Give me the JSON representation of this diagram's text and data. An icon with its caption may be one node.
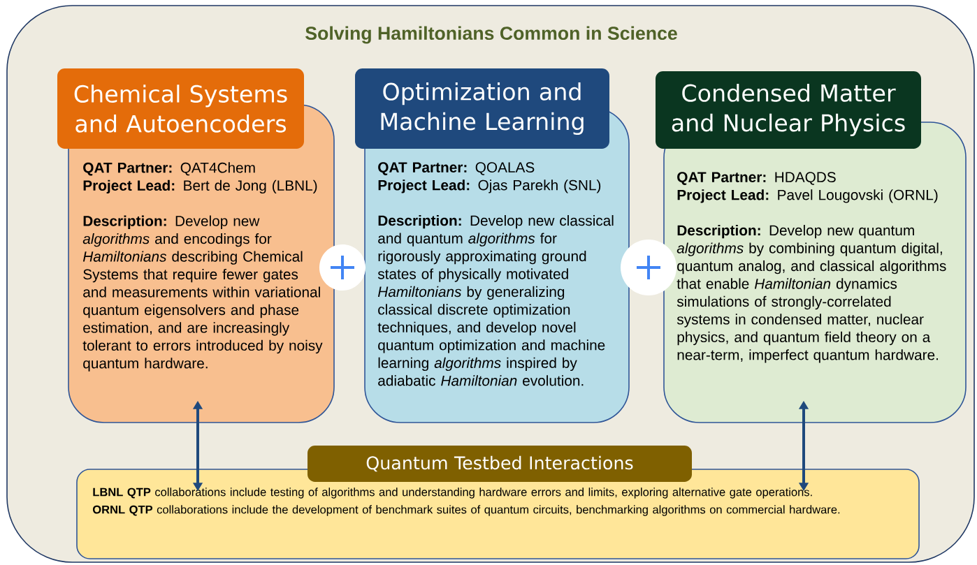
{
  "diagram": {
    "nodes": [
      {
        "text": [
          "Solving Hamiltonians Common in Science"
        ]
      },
      {
        "text": [
          "Chemical Systems and Autoencoders",
          "**QAT Partner:**  QAT4Chem",
          "**Project Lead:** Bert de Jong (LBNL)",
          "**Description:** Develop new *algorithms* and encodings for *Hamiltonians* describing Chemical Systems that require fewer gates and measurements within variational quantum eigensolvers and phase estimation, and are increasingly tolerant to errors introduced by noisy quantum hardware."
        ],
        "in": 0
      },
      {
        "text": [
          "Optimization and Machine Learning",
          "**QAT Partner:** QOALAS",
          "**Project Lead:** Ojas Parekh (SNL)",
          "**Description:** Develop new classical and quantum *algorithms* for rigorously approximating ground states of physically motivated *Hamiltonians* by generalizing classical discrete optimization techniques, and develop novel quantum optimization and machine learning *algorithms* inspired by adiabatic *Hamiltonian* evolution."
        ],
        "in": 0
      },
      {
        "text": [
          "Condensed Matter and Nuclear Physics",
          "**QAT Partner:** HDAQDS",
          "**Project Lead:** Pavel Lougovski (ORNL)",
          "**Description:** Develop new quantum *algorithms* by combining quantum digital, quantum analog, and classical algorithms that enable *Hamiltonian* dynamics simulations of strongly-correlated systems in condensed matter, nuclear physics, and quantum field theory on a near-term, imperfect quantum hardware."
        ],
        "in": 0
      },
      {
        "text": [
          "Quantum Testbed Interactions",
          "**LBNL QTP** collaborations include testing of algorithms and understanding hardware errors and limits, exploring alternative gate operations.",
          "**ORNL QTP** collaborations include the development of benchmark suites of quantum circuits, benchmarking algorithms on commercial hardware."
        ],
        "in": 0
      }
    ],
    "edges": [
      {
        "from": 1,
        "to": 4,
        "arrow": "both"
      },
      {
        "from": 3,
        "to": 4,
        "arrow": "both"
      }
    ]
  }
}
